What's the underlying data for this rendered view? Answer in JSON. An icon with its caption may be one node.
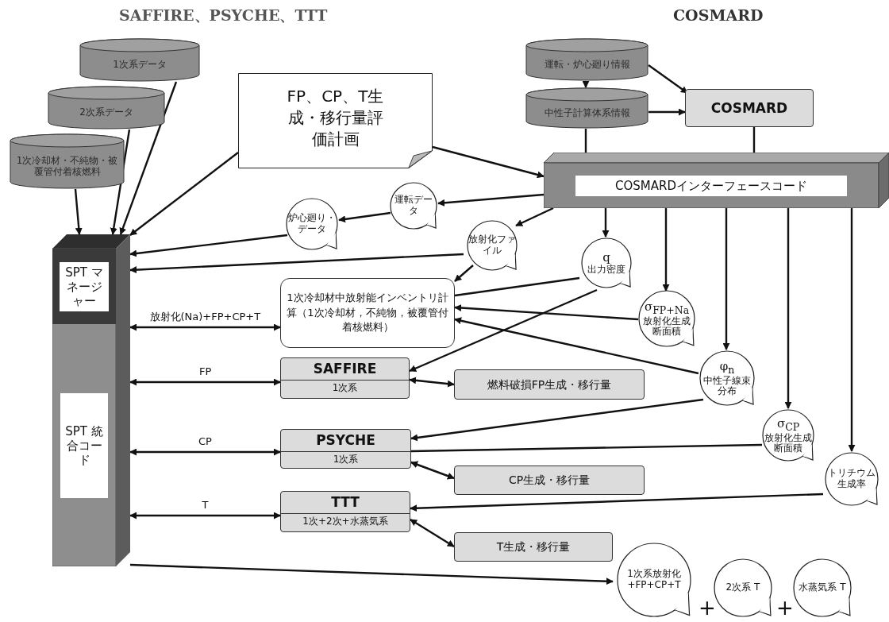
{
  "diagram": {
    "nodes": [
      {
        "text": [
          "1次系データ"
        ]
      },
      {
        "text": [
          "2次系データ"
        ]
      },
      {
        "text": [
          "1次冷却材・不純物・被覆管付着核燃料"
        ]
      },
      {
        "text": [
          "FP、CP、T生成・移行量評価計画"
        ]
      },
      {
        "text": [
          "運転・炉心廻り情報"
        ]
      },
      {
        "text": [
          "中性子計算体系情報"
        ]
      },
      {
        "text": [
          "COSMARD"
        ]
      },
      {
        "text": [
          "COSMARDインターフェースコード"
        ]
      },
      {
        "text": [],
        "shape": "box"
      },
      {
        "text": [
          "SPT マネージャー"
        ],
        "in": 8
      },
      {
        "text": [
          "SPT 統合コード"
        ],
        "in": 8
      },
      {
        "text": [
          "運転データ"
        ]
      },
      {
        "text": [
          "炉心廻り・データ"
        ]
      },
      {
        "text": [
          "放射化ファイル"
        ]
      },
      {
        "text": [
          "q",
          "出力密度"
        ]
      },
      {
        "text": [
          "σ$_{FP+Na}$",
          "放射化生成断面積"
        ]
      },
      {
        "text": [
          "1次冷却材中放射能インベントリ計算（1次冷却材，不純物，被覆管付着核燃料）"
        ]
      },
      {
        "text": [
          "SAFFIRE",
          "1次系"
        ]
      },
      {
        "text": [
          "燃料破損FP生成・移行量"
        ]
      },
      {
        "text": [
          "φ$_{n}$",
          "中性子線束分布"
        ]
      },
      {
        "text": [
          "σ$_{CP}$",
          "放射化生成断面積"
        ]
      },
      {
        "text": [
          "PSYCHE",
          "1次系"
        ]
      },
      {
        "text": [
          "CP生成・移行量"
        ]
      },
      {
        "text": [
          "トリチウム生成率"
        ]
      },
      {
        "text": [
          "TTT",
          "1次+2次+水蒸気系"
        ]
      },
      {
        "text": [
          "T生成・移行量"
        ]
      },
      {
        "text": [
          "1次系放射化+FP+CP+T"
        ]
      },
      {
        "text": [
          "2次系 T"
        ]
      },
      {
        "text": [
          "水蒸気系 T"
        ]
      }
    ],
    "edges": [
      {
        "from": 0,
        "to": 8,
        "arrow": "to"
      },
      {
        "from": 1,
        "to": 8,
        "arrow": "to"
      },
      {
        "from": 2,
        "to": 8,
        "arrow": "to"
      },
      {
        "from": 3,
        "to": 8,
        "arrow": "to"
      },
      {
        "from": 3,
        "to": 7,
        "arrow": "to"
      },
      {
        "from": 4,
        "to": 5,
        "arrow": "to"
      },
      {
        "from": 4,
        "to": 6,
        "arrow": "to"
      },
      {
        "from": 5,
        "to": 6,
        "arrow": "to"
      },
      {
        "from": 5,
        "to": 7,
        "arrow": "to"
      },
      {
        "from": 6,
        "to": 7,
        "arrow": "to"
      },
      {
        "from": 7,
        "to": 11,
        "arrow": "to"
      },
      {
        "from": 11,
        "to": 12,
        "arrow": "to"
      },
      {
        "from": 12,
        "to": 8,
        "arrow": "to"
      },
      {
        "from": 7,
        "to": 13,
        "arrow": "to"
      },
      {
        "from": 13,
        "to": 8,
        "arrow": "to"
      },
      {
        "from": 13,
        "to": 16,
        "arrow": "to"
      },
      {
        "from": 7,
        "to": 14,
        "arrow": "to"
      },
      {
        "from": 7,
        "to": 15,
        "arrow": "to"
      },
      {
        "from": 7,
        "to": 19,
        "arrow": "to"
      },
      {
        "from": 7,
        "to": 20,
        "arrow": "to"
      },
      {
        "from": 7,
        "to": 23,
        "arrow": "to"
      },
      {
        "from": 14,
        "to": 16,
        "arrow": "none"
      },
      {
        "from": 14,
        "to": 17,
        "arrow": "to"
      },
      {
        "from": 15,
        "to": 16,
        "arrow": "to"
      },
      {
        "from": 19,
        "to": 16,
        "arrow": "to"
      },
      {
        "from": 17,
        "to": 18,
        "arrow": "both"
      },
      {
        "from": 8,
        "to": 16,
        "arrow": "both",
        "label": "放射化(Na)+FP+CP+T"
      },
      {
        "from": 8,
        "to": 17,
        "arrow": "both",
        "label": "FP"
      },
      {
        "from": 19,
        "to": 21,
        "arrow": "to"
      },
      {
        "from": 8,
        "to": 21,
        "arrow": "both",
        "label": "CP"
      },
      {
        "from": 20,
        "to": 21,
        "arrow": "none"
      },
      {
        "from": 21,
        "to": 22,
        "arrow": "both"
      },
      {
        "from": 8,
        "to": 24,
        "arrow": "both",
        "label": "T"
      },
      {
        "from": 23,
        "to": 24,
        "arrow": "to"
      },
      {
        "from": 24,
        "to": 25,
        "arrow": "both"
      },
      {
        "from": 8,
        "to": 26,
        "arrow": "to"
      }
    ],
    "labels": [
      "SAFFIRE、PSYCHE、TTT",
      "COSMARD",
      "+",
      "+"
    ]
  }
}
